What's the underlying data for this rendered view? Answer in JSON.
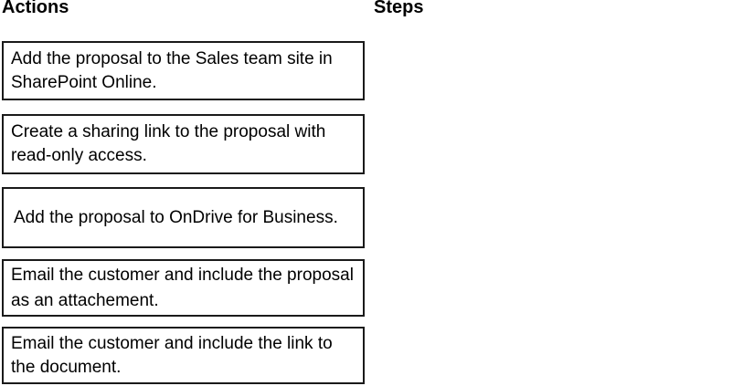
{
  "colors": {
    "background": "#ffffff",
    "text": "#000000",
    "border": "#1a1a1a"
  },
  "columns": {
    "actions_header": "Actions",
    "steps_header": "Steps"
  },
  "actions": {
    "items": [
      {
        "label": "Add the proposal to the Sales team site in SharePoint Online."
      },
      {
        "label": "Create a sharing link to the proposal with read-only access."
      },
      {
        "label": "Add the proposal to OnDrive for Business."
      },
      {
        "label": "Email the customer and include the proposal as an attachement."
      },
      {
        "label": "Email the customer and include the link to the document."
      }
    ]
  },
  "steps": {
    "items": []
  }
}
